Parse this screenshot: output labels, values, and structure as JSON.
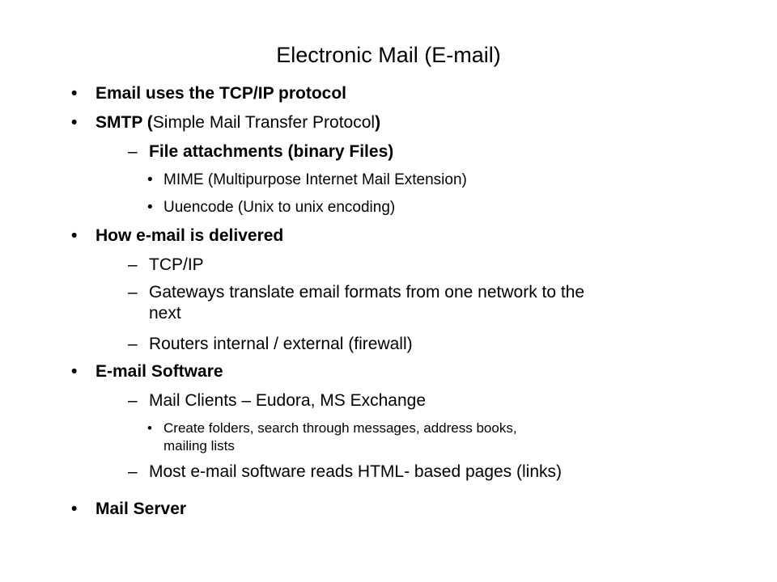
{
  "title": "Electronic Mail (E-mail)",
  "markers": {
    "bullet": "•",
    "dash": "–"
  },
  "items": [
    {
      "text": "Email uses the TCP/IP protocol"
    },
    {
      "open": "SMTP (",
      "inner": "Simple Mail Transfer Protocol",
      "close": ")"
    },
    {
      "text": "File attachments (binary Files)"
    },
    {
      "text": "MIME (Multipurpose Internet Mail Extension)"
    },
    {
      "text": "Uuencode (Unix to unix encoding)"
    },
    {
      "text": "How e-mail is delivered"
    },
    {
      "text": "TCP/IP"
    },
    {
      "text": "Gateways translate email formats from one network to the",
      "text2": "next"
    },
    {
      "text": "Routers internal / external (firewall)"
    },
    {
      "text": "E-mail Software"
    },
    {
      "text": "Mail Clients – Eudora, MS Exchange"
    },
    {
      "text": "Create folders, search through messages, address books,",
      "text2": "mailing lists"
    },
    {
      "text": "Most e-mail software reads HTML- based pages (links)"
    },
    {
      "text": "Mail Server"
    }
  ]
}
